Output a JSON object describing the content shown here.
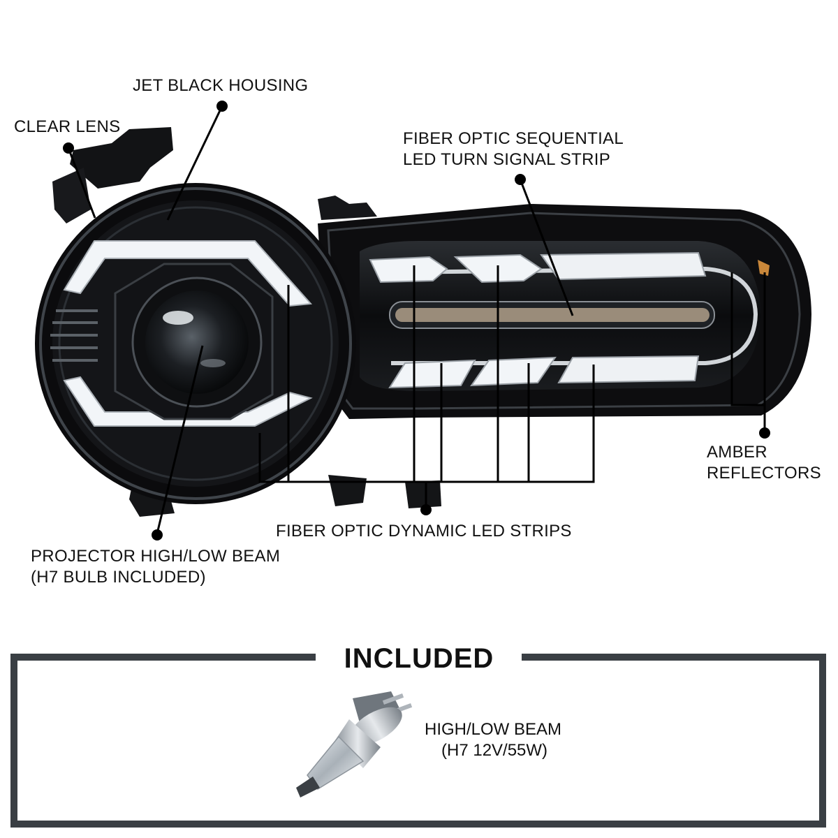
{
  "callouts": {
    "jet_black_housing": "JET BLACK HOUSING",
    "clear_lens": "CLEAR LENS",
    "fiber_optic_sequential_line1": "FIBER OPTIC SEQUENTIAL",
    "fiber_optic_sequential_line2": "LED TURN SIGNAL STRIP",
    "amber_reflectors_line1": "AMBER",
    "amber_reflectors_line2": "REFLECTORS",
    "fiber_optic_dynamic": "FIBER OPTIC DYNAMIC LED STRIPS",
    "projector_line1": "PROJECTOR HIGH/LOW BEAM",
    "projector_line2": "(H7 BULB INCLUDED)"
  },
  "included": {
    "title": "INCLUDED",
    "bulb_line1": "HIGH/LOW BEAM",
    "bulb_line2": "(H7 12V/55W)"
  },
  "colors": {
    "background": "#ffffff",
    "housing": "#0d0d0f",
    "frame": "#3a3f44",
    "led_glow": "#f2f5f8",
    "amber": "#c9873a"
  }
}
